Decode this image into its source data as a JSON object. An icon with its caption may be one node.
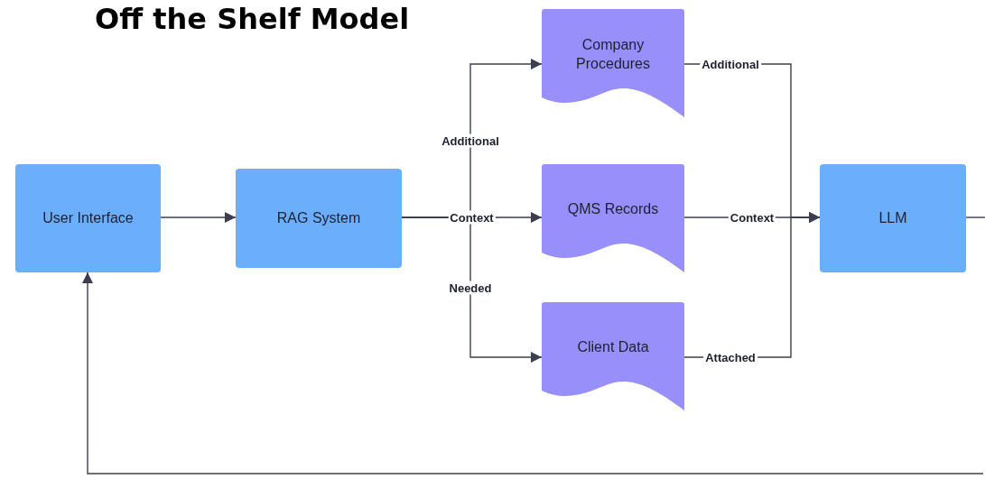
{
  "diagram": {
    "title": "Off the Shelf Model",
    "nodes": [
      {
        "text": [
          "User Interface"
        ]
      },
      {
        "text": [
          "RAG System"
        ]
      },
      {
        "text": [
          "Company Procedures"
        ]
      },
      {
        "text": [
          "QMS Records"
        ]
      },
      {
        "text": [
          "Client Data"
        ]
      },
      {
        "text": [
          "LLM"
        ]
      }
    ],
    "edges": [
      {
        "from": 0,
        "to": 1,
        "arrow": "to"
      },
      {
        "from": 1,
        "to": 2,
        "arrow": "to",
        "label": "Additional"
      },
      {
        "from": 1,
        "to": 3,
        "arrow": "to",
        "label": "Context"
      },
      {
        "from": 1,
        "to": 4,
        "arrow": "to",
        "label": "Needed"
      },
      {
        "from": 2,
        "to": 5,
        "arrow": "to",
        "label": "Additional"
      },
      {
        "from": 3,
        "to": 5,
        "arrow": "to",
        "label": "Context"
      },
      {
        "from": 4,
        "to": 5,
        "arrow": "to",
        "label": "Attached"
      },
      {
        "from": 5,
        "to": null,
        "arrow": "none"
      },
      {
        "from": null,
        "to": 0,
        "arrow": "to"
      }
    ]
  }
}
